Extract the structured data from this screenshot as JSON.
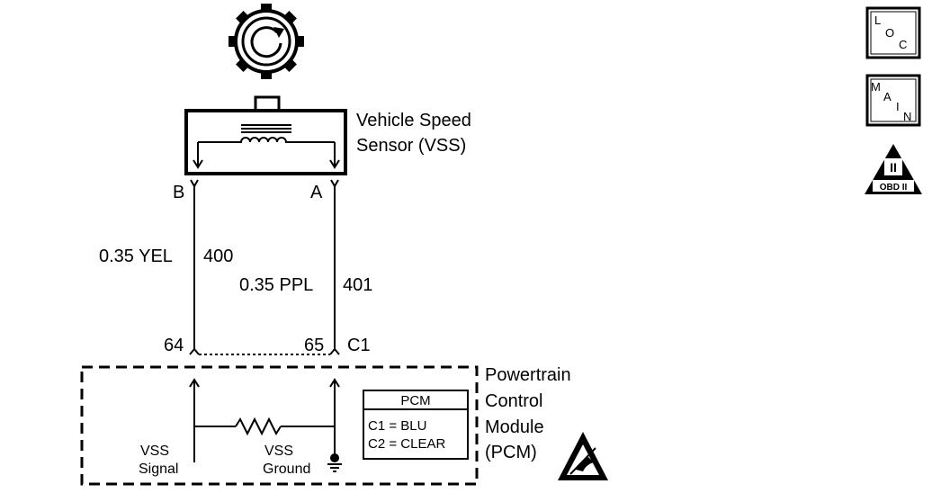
{
  "sensor": {
    "name_line1": "Vehicle Speed",
    "name_line2": "Sensor (VSS)",
    "terminal_b": "B",
    "terminal_a": "A"
  },
  "wires": {
    "left_gauge_color": "0.35 YEL",
    "left_circuit": "400",
    "right_gauge_color": "0.35 PPL",
    "right_circuit": "401"
  },
  "pcm": {
    "pin_left": "64",
    "pin_right": "65",
    "connector": "C1",
    "name_line1": "Powertrain",
    "name_line2": "Control",
    "name_line3": "Module",
    "name_line4": "(PCM)",
    "vss_signal_line1": "VSS",
    "vss_signal_line2": "Signal",
    "vss_ground_line1": "VSS",
    "vss_ground_line2": "Ground"
  },
  "connector_table": {
    "header": "PCM",
    "row1": "C1 = BLU",
    "row2": "C2 = CLEAR"
  },
  "side_icons": {
    "loc": {
      "l": "L",
      "o": "O",
      "c": "C"
    },
    "main": {
      "m": "M",
      "a": "A",
      "i": "I",
      "n": "N"
    },
    "obd": {
      "roman": "II",
      "label": "OBD II"
    }
  },
  "icons": [
    "reluctor-gear-icon",
    "esd-warning-icon",
    "ground-symbol-icon",
    "resistor-icon"
  ]
}
